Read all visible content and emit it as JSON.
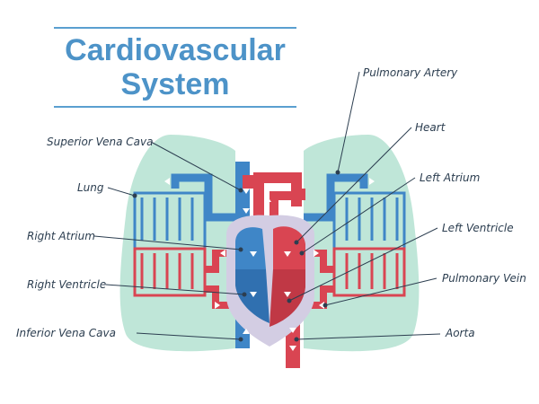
{
  "title": {
    "line1": "Cardiovascular",
    "line2": "System"
  },
  "labels": {
    "pulmonary_artery": "Pulmonary Artery",
    "superior_vena_cava": "Superior Vena Cava",
    "heart": "Heart",
    "lung": "Lung",
    "left_atrium": "Left Atrium",
    "left_ventricle": "Left Ventricle",
    "right_atrium": "Right Atrium",
    "right_ventricle": "Right Ventricle",
    "pulmonary_vein": "Pulmonary Vein",
    "inferior_vena_cava": "Inferior Vena Cava",
    "aorta": "Aorta"
  },
  "colors": {
    "title": "#4d93c8",
    "lung": "#bfe6d8",
    "deoxygenated": "#3f86c7",
    "oxygenated": "#d94552",
    "pericardium": "#d3cde3",
    "leader": "#2c3e50"
  }
}
